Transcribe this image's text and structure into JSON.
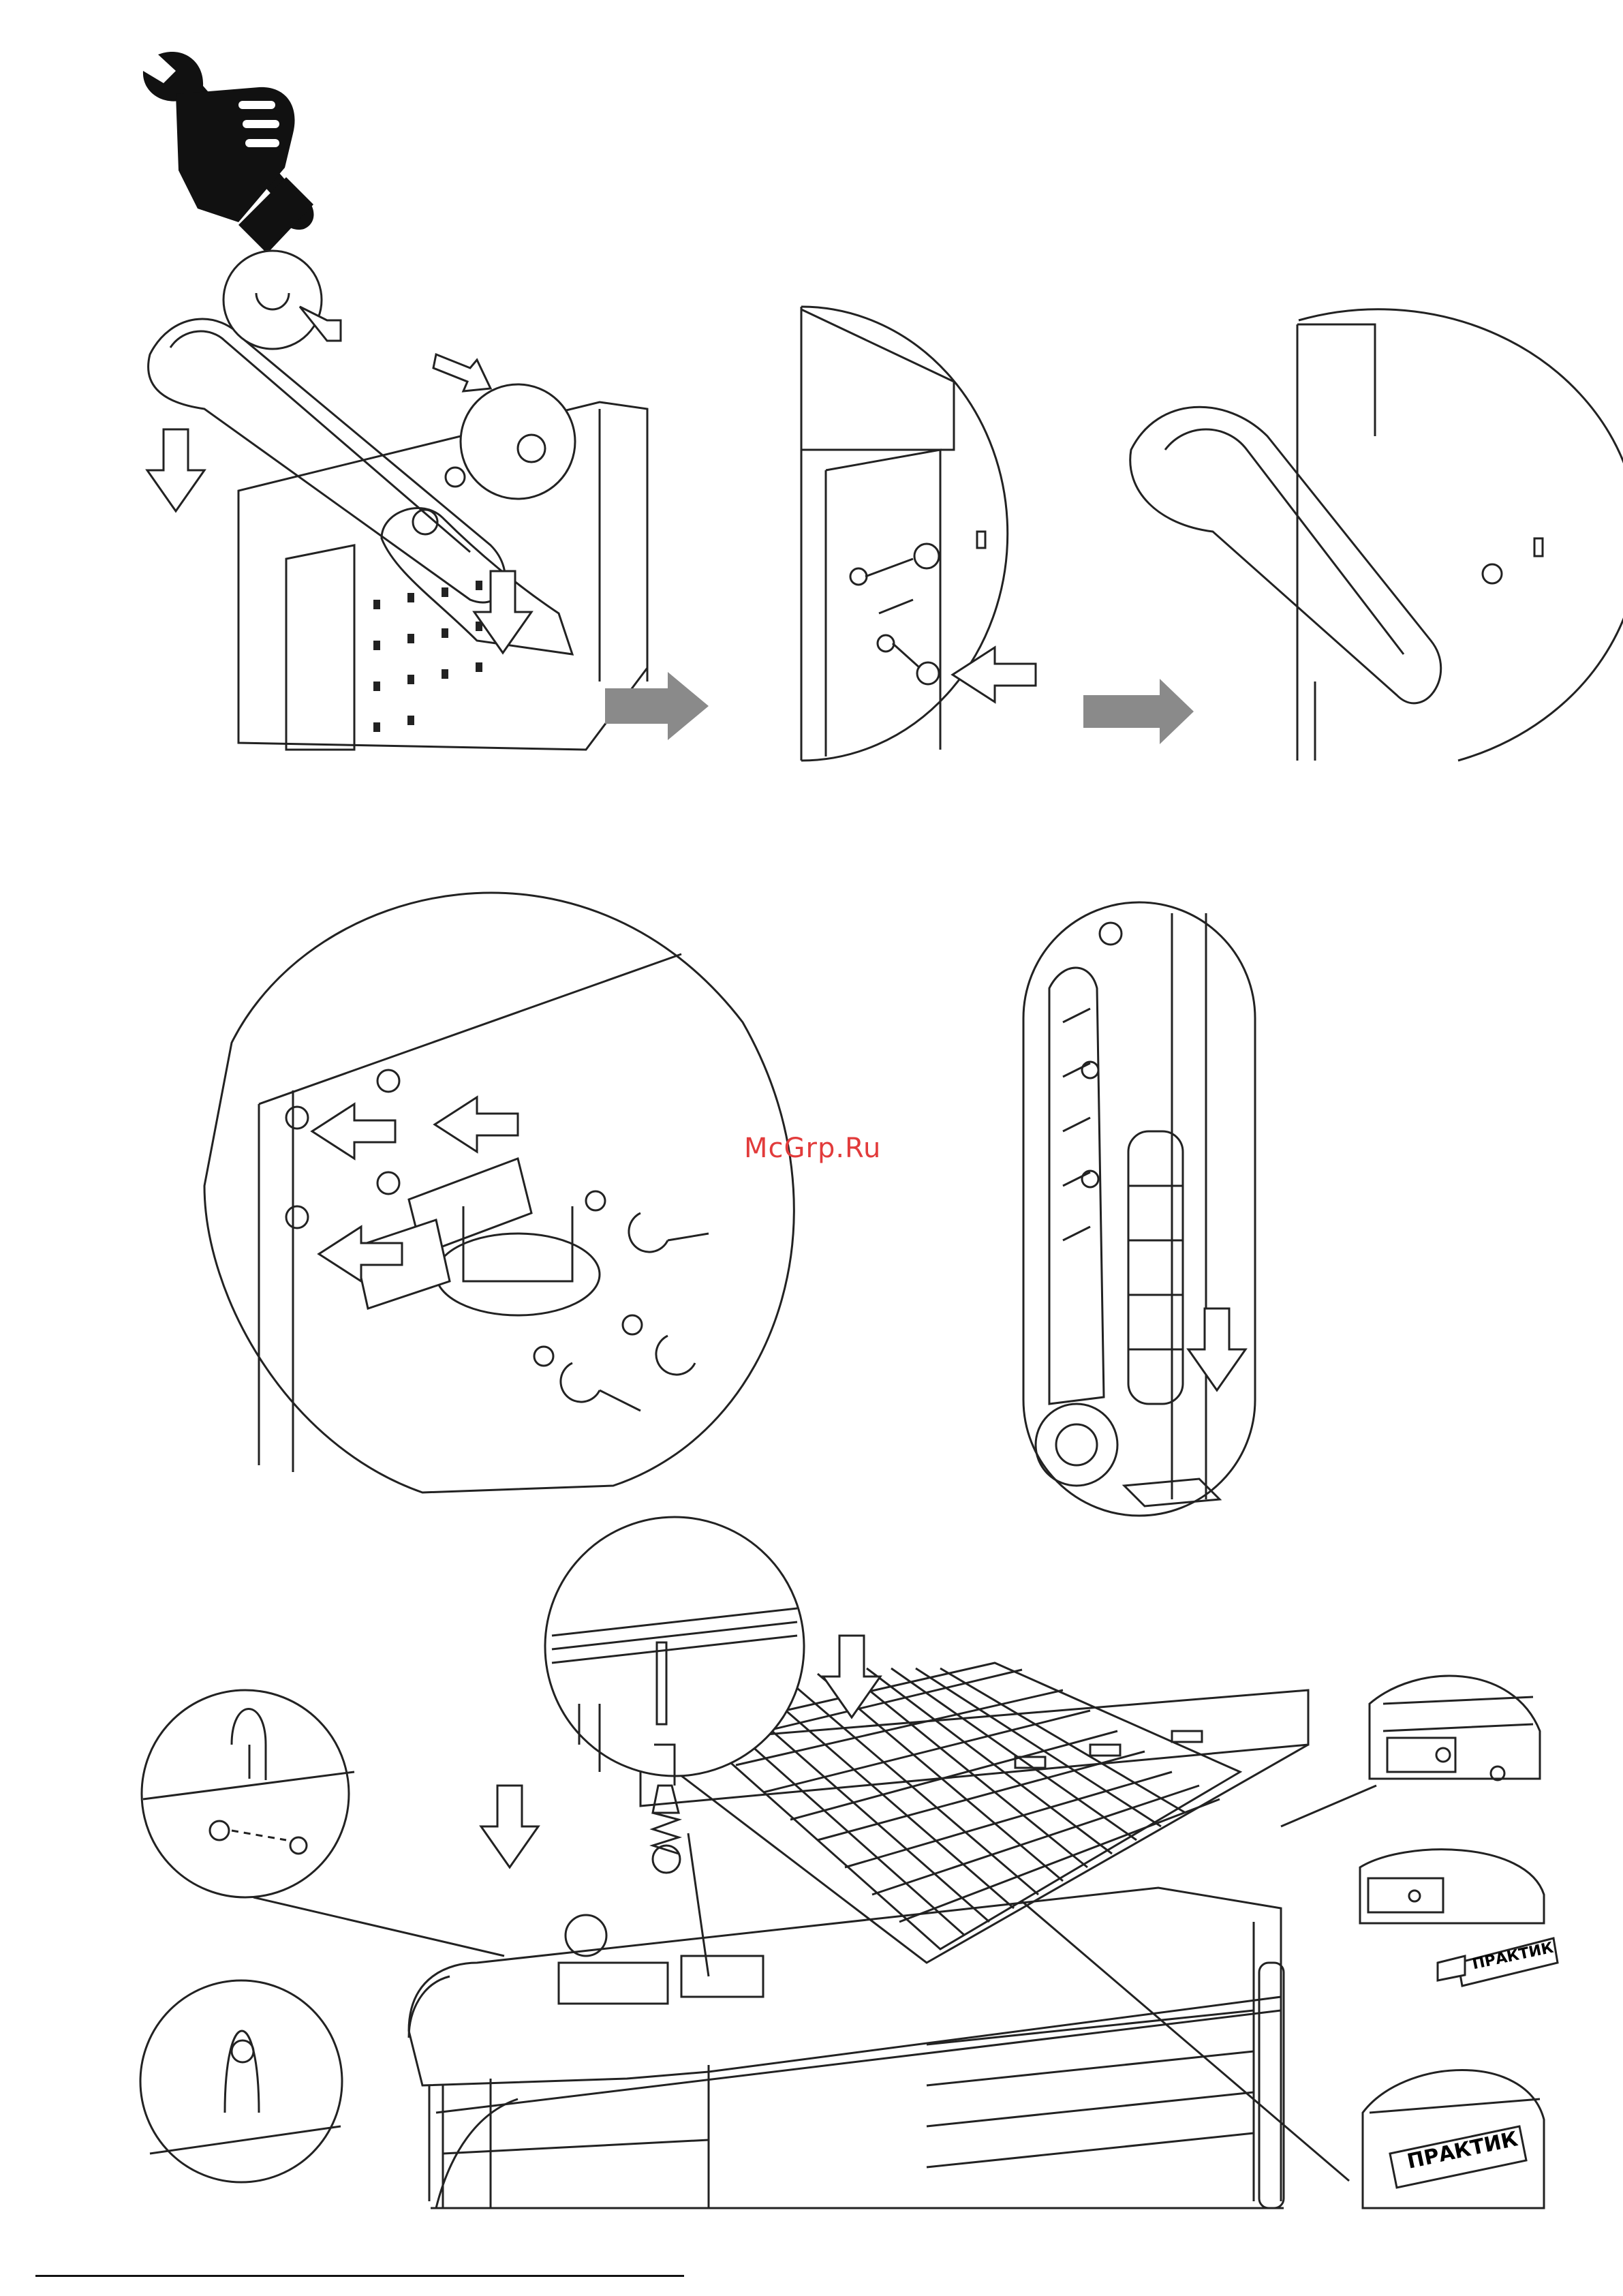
{
  "watermark": "McGrp.Ru",
  "plate_labels": [
    "ПРАКТИК",
    "ПРАКТИК"
  ],
  "colors": {
    "line": "#222222",
    "arrow_fill": "#8a8a8a",
    "watermark": "#e23b3b"
  },
  "icons": [
    "wrench-hand-icon",
    "right-arrow-icon",
    "down-arrow-icon"
  ]
}
